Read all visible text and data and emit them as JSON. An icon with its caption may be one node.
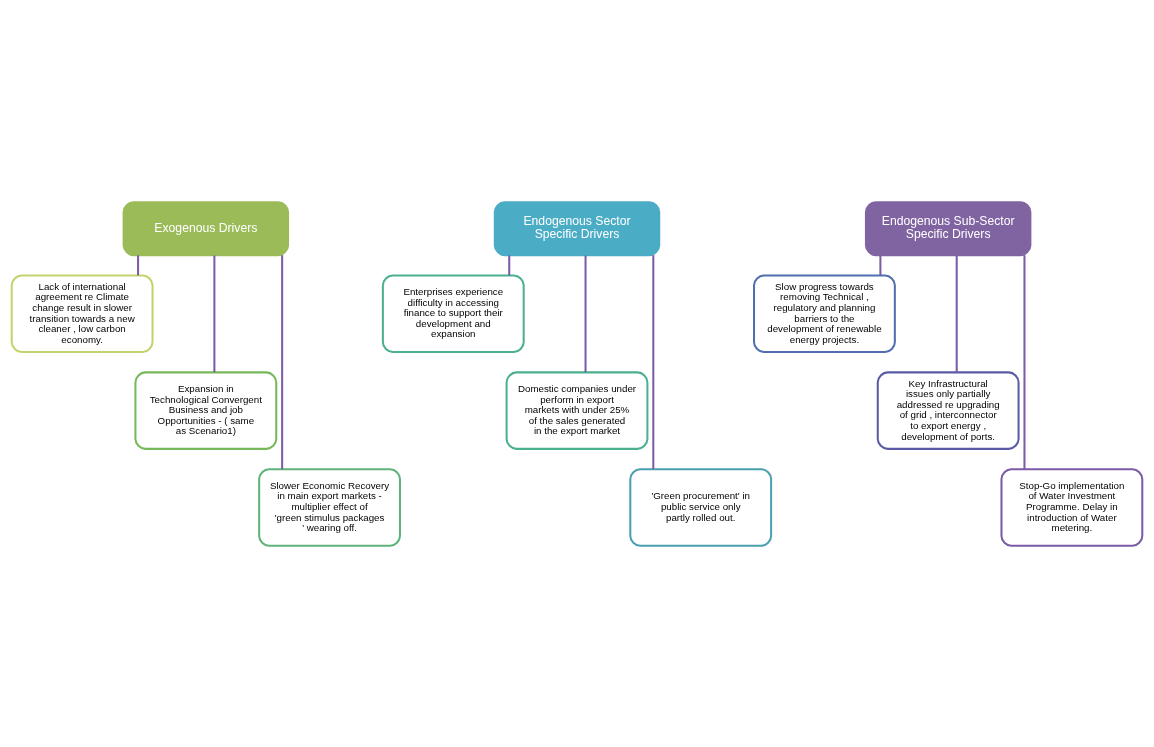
{
  "diagram": {
    "nodes": [
      {
        "text": [
          "Exogenous Drivers"
        ]
      },
      {
        "text": [
          "Lack of international agreement re Climate change result in slower transition towards a new cleaner , low carbon economy."
        ]
      },
      {
        "text": [
          "Expansion in Technological Convergent Business and job Opportunities - ( same as Scenario1)"
        ]
      },
      {
        "text": [
          "Slower Economic Recovery in main export markets - multiplier effect of 'green stimulus packages ' wearing off."
        ]
      },
      {
        "text": [
          "Endogenous Sector Specific Drivers"
        ]
      },
      {
        "text": [
          "Enterprises experience difficulty in accessing finance to support their development and expansion"
        ]
      },
      {
        "text": [
          "Domestic companies under perform in export markets with under 25% of the sales generated in the export market"
        ]
      },
      {
        "text": [
          "'Green procurement' in public service only partly rolled out."
        ]
      },
      {
        "text": [
          "Endogenous Sub-Sector Specific Drivers"
        ]
      },
      {
        "text": [
          "Slow progress towards removing Technical , regulatory and planning barriers to the development of renewable energy projects."
        ]
      },
      {
        "text": [
          "Key Infrastructural issues only partially addressed re upgrading of grid , interconnector to export energy , development of ports."
        ]
      },
      {
        "text": [
          "Stop-Go implementation of Water Investment Programme. Delay in introduction of Water metering."
        ]
      }
    ],
    "edges": [
      {
        "from": 0,
        "to": 1,
        "arrow": "none"
      },
      {
        "from": 0,
        "to": 2,
        "arrow": "none"
      },
      {
        "from": 0,
        "to": 3,
        "arrow": "none"
      },
      {
        "from": 4,
        "to": 5,
        "arrow": "none"
      },
      {
        "from": 4,
        "to": 6,
        "arrow": "none"
      },
      {
        "from": 4,
        "to": 7,
        "arrow": "none"
      },
      {
        "from": 8,
        "to": 9,
        "arrow": "none"
      },
      {
        "from": 8,
        "to": 10,
        "arrow": "none"
      },
      {
        "from": 8,
        "to": 11,
        "arrow": "none"
      }
    ]
  }
}
